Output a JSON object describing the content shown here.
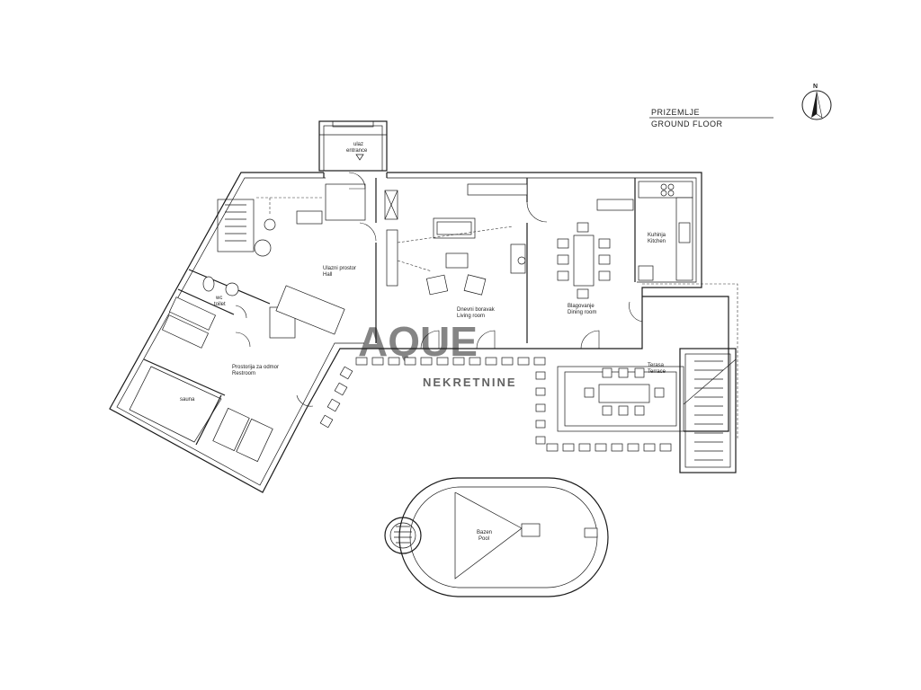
{
  "title": {
    "line1": "PRIZEMLJE",
    "line2": "GROUND FLOOR"
  },
  "north_label": "N",
  "rooms": {
    "entrance": [
      "ulaz",
      "entrance"
    ],
    "hall": [
      "Ulazni prostor",
      "Hall"
    ],
    "wc": [
      "wc",
      "toilet"
    ],
    "restroom": [
      "Prostorija za odmor",
      "Restroom"
    ],
    "sauna": [
      "sauna"
    ],
    "living": [
      "Dnevni boravak",
      "Living room"
    ],
    "dining": [
      "Blagovanje",
      "Dining room"
    ],
    "kitchen": [
      "Kuhinja",
      "Kitchen"
    ],
    "terrace": [
      "Terasa",
      "Terrace"
    ],
    "pool": [
      "Bazen",
      "Pool"
    ]
  },
  "watermark": {
    "main": "AQUE",
    "sub": "NEKRETNINE"
  },
  "colors": {
    "line": "#1a1a1a",
    "watermark": "#e8cf8f"
  }
}
